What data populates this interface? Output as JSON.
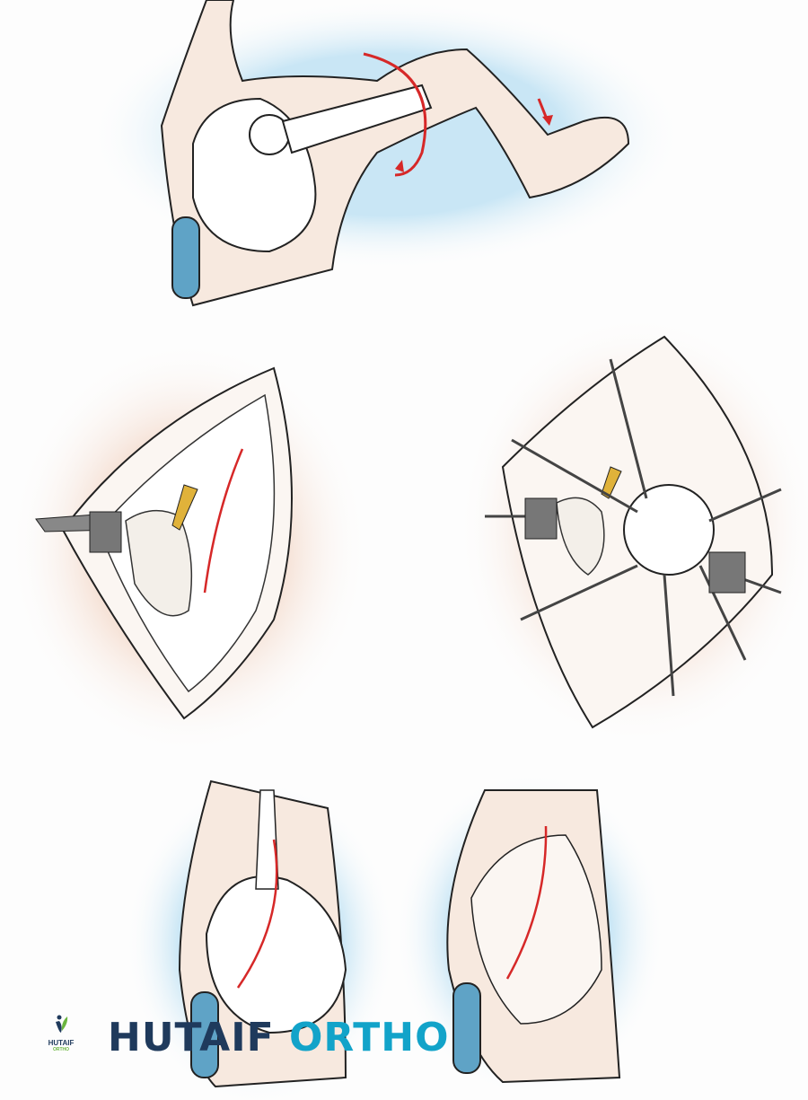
{
  "watermark": {
    "part1": "HUTAIF",
    "part2": "ORTHO"
  },
  "logo": {
    "line1": "HUTAIF",
    "line2": "ORTHO",
    "icon": "person-leaf-logo-icon"
  },
  "colors": {
    "skin": "#f7e9df",
    "shadow_blue": "#c9e6f5",
    "incision_red": "#d62828",
    "pad_blue": "#5fa3c6",
    "nerve_yellow": "#e0b23a",
    "brand_dark": "#1f3a5c",
    "brand_light": "#12a3c9"
  }
}
